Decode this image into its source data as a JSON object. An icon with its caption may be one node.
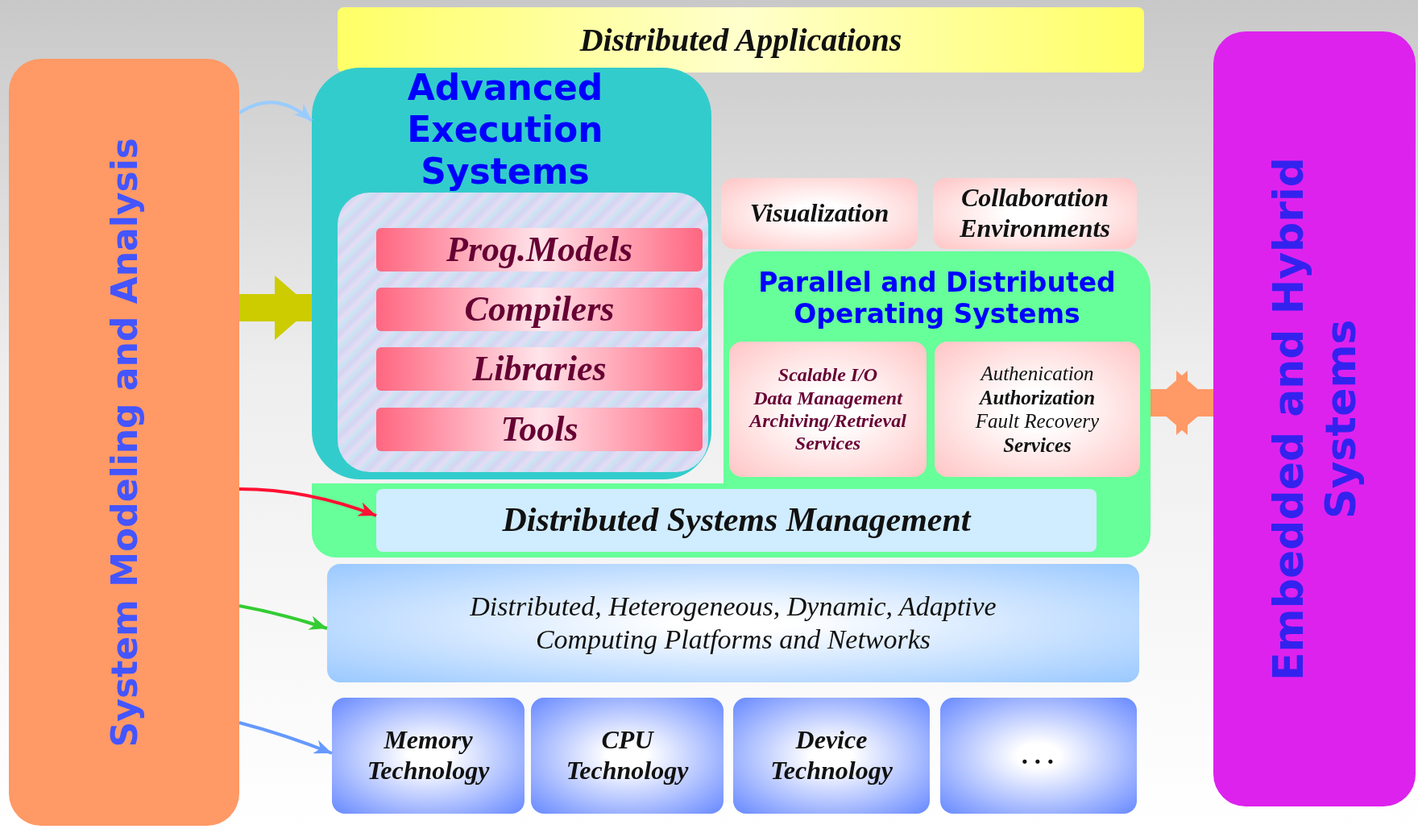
{
  "diagram": {
    "nodes": [
      {
        "text": [
          "System Modeling and Analysis"
        ]
      },
      {
        "text": [
          "Distributed Applications"
        ]
      },
      {
        "text": [
          "Advanced Execution Systems"
        ]
      },
      {
        "text": [],
        "shape": "box",
        "in": 2
      },
      {
        "text": [
          "Prog.Models"
        ],
        "in": 3
      },
      {
        "text": [
          "Compilers"
        ],
        "in": 3
      },
      {
        "text": [
          "Libraries"
        ],
        "in": 3
      },
      {
        "text": [
          "Tools"
        ],
        "in": 3
      },
      {
        "text": [
          "Visualization"
        ]
      },
      {
        "text": [
          "Collaboration Environments"
        ]
      },
      {
        "text": [
          "Parallel and Distributed Operating Systems"
        ]
      },
      {
        "text": [
          "Scalable I/O",
          "Data Management",
          "Archiving/Retrieval",
          "Services"
        ],
        "in": 10
      },
      {
        "text": [
          "Authenication",
          "Authorization",
          "Fault Recovery",
          "Services"
        ],
        "in": 10
      },
      {
        "text": [
          "Distributed Systems Management"
        ]
      },
      {
        "text": [
          "Distributed, Heterogeneous, Dynamic, Adaptive Computing Platforms and Networks"
        ]
      },
      {
        "text": [
          "Memory Technology"
        ]
      },
      {
        "text": [
          "CPU Technology"
        ]
      },
      {
        "text": [
          "Device Technology"
        ]
      },
      {
        "text": [
          ". . ."
        ]
      },
      {
        "text": [
          "Embedded and Hybrid Systems"
        ]
      }
    ],
    "edges": [
      {
        "from": 0,
        "to": 2,
        "arrow": "to",
        "color": "#99ccff"
      },
      {
        "from": 0,
        "to": 2,
        "arrow": "to",
        "style": "thick",
        "color": "#cccc00"
      },
      {
        "from": 0,
        "to": 13,
        "arrow": "to",
        "color": "#ff1133"
      },
      {
        "from": 0,
        "to": 14,
        "arrow": "to",
        "color": "#33cc33"
      },
      {
        "from": 0,
        "to": 15,
        "arrow": "to",
        "color": "#6699ff"
      },
      {
        "from": 10,
        "to": 19,
        "arrow": "both",
        "style": "thick",
        "color": "#ff9966"
      }
    ]
  }
}
